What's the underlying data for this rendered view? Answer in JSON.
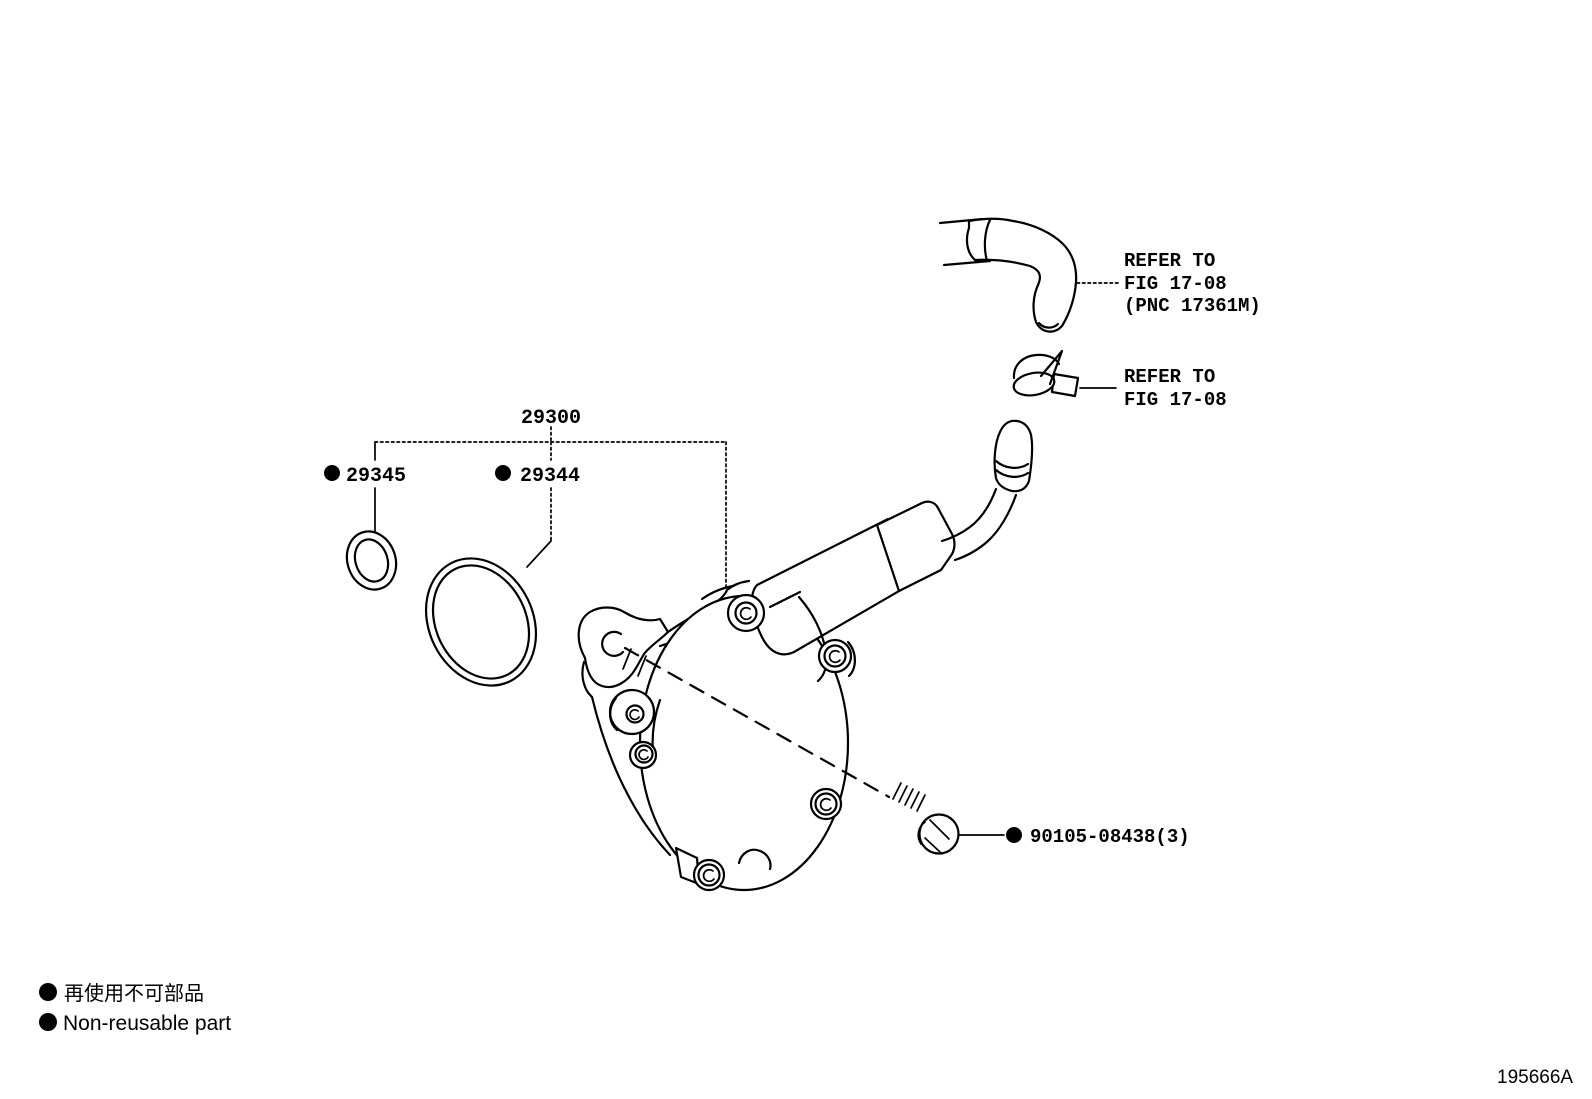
{
  "colors": {
    "line": "#000000",
    "background": "#ffffff"
  },
  "labels": {
    "assembly_number": "29300",
    "oring_small_number": "29345",
    "oring_large_number": "29344",
    "bolt_number": "90105-08438(3)"
  },
  "refer_hose": {
    "line1": "REFER TO",
    "line2": "FIG 17-08",
    "line3": "(PNC 17361M)"
  },
  "refer_clamp": {
    "line1": "REFER TO",
    "line2": "FIG 17-08"
  },
  "legend": {
    "jp": "再使用不可部品",
    "en": "Non-reusable part"
  },
  "figure_code": "195666A"
}
